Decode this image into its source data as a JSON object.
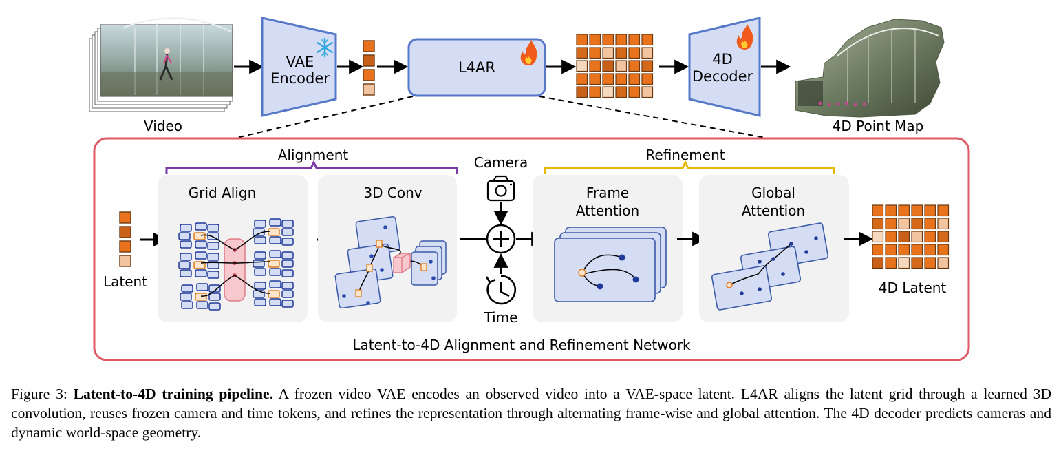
{
  "top": {
    "video_label": "Video",
    "encoder_label_1": "VAE",
    "encoder_label_2": "Encoder",
    "l4ar_label": "L4AR",
    "decoder_label_1": "4D",
    "decoder_label_2": "Decoder",
    "output_label": "4D Point Map"
  },
  "network": {
    "title": "Latent-to-4D Alignment and Refinement Network",
    "input_label": "Latent",
    "alignment_label": "Alignment",
    "refinement_label": "Refinement",
    "grid_align_label": "Grid Align",
    "conv_label": "3D Conv",
    "camera_label": "Camera",
    "time_label": "Time",
    "frame_attention_label_1": "Frame",
    "frame_attention_label_2": "Attention",
    "global_attention_label_1": "Global",
    "global_attention_label_2": "Attention",
    "output_label": "4D Latent"
  },
  "caption": {
    "prefix": "Figure 3: ",
    "bold": "Latent-to-4D training pipeline.",
    "text": " A frozen video VAE encodes an observed video into a VAE-space latent. L4AR aligns the latent grid through a learned 3D convolution, reuses frozen camera and time tokens, and refines the representation through alternating frame-wise and global attention. The 4D decoder predicts cameras and dynamic world-space geometry."
  },
  "colors": {
    "block_fill": "#d5ddf5",
    "block_stroke": "#5578c8",
    "network_border": "#e05a66",
    "alignment_bracket": "#7a3aa8",
    "refinement_bracket": "#e8b800",
    "latent_orange": "#e8731c"
  },
  "icons": [
    "frozen-snowflake-icon",
    "trainable-flame-icon",
    "camera-icon",
    "clock-icon",
    "plus-icon"
  ]
}
